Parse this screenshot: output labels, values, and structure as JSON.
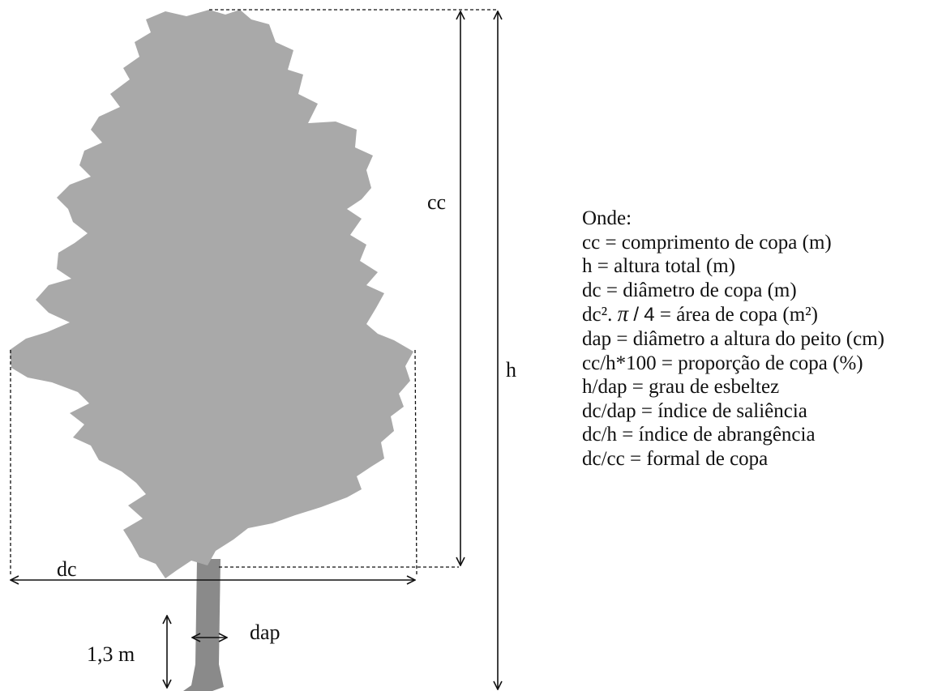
{
  "colors": {
    "crown": "#a9a9a9",
    "trunk": "#8a8a8a",
    "lines": "#111111"
  },
  "labels": {
    "cc": "cc",
    "h": "h",
    "dc": "dc",
    "dap": "dap",
    "height_13": "1,3 m"
  },
  "legend": {
    "title": "Onde:",
    "items": [
      "cc = comprimento de  copa (m)",
      "h = altura total (m)",
      "dc = diâmetro de copa (m)",
      "dap = diâmetro a altura do peito (cm)",
      "cc/h*100 = proporção de copa (%)",
      "h/dap = grau de esbeltez",
      "dc/dap = índice de saliência",
      "dc/h = índice de abrangência",
      "dc/cc = formal de copa"
    ],
    "area_formula": {
      "prefix": "dc².",
      "pi": "π",
      "slash": "/",
      "four": "4",
      "suffix": " = área de copa (m²)"
    }
  }
}
